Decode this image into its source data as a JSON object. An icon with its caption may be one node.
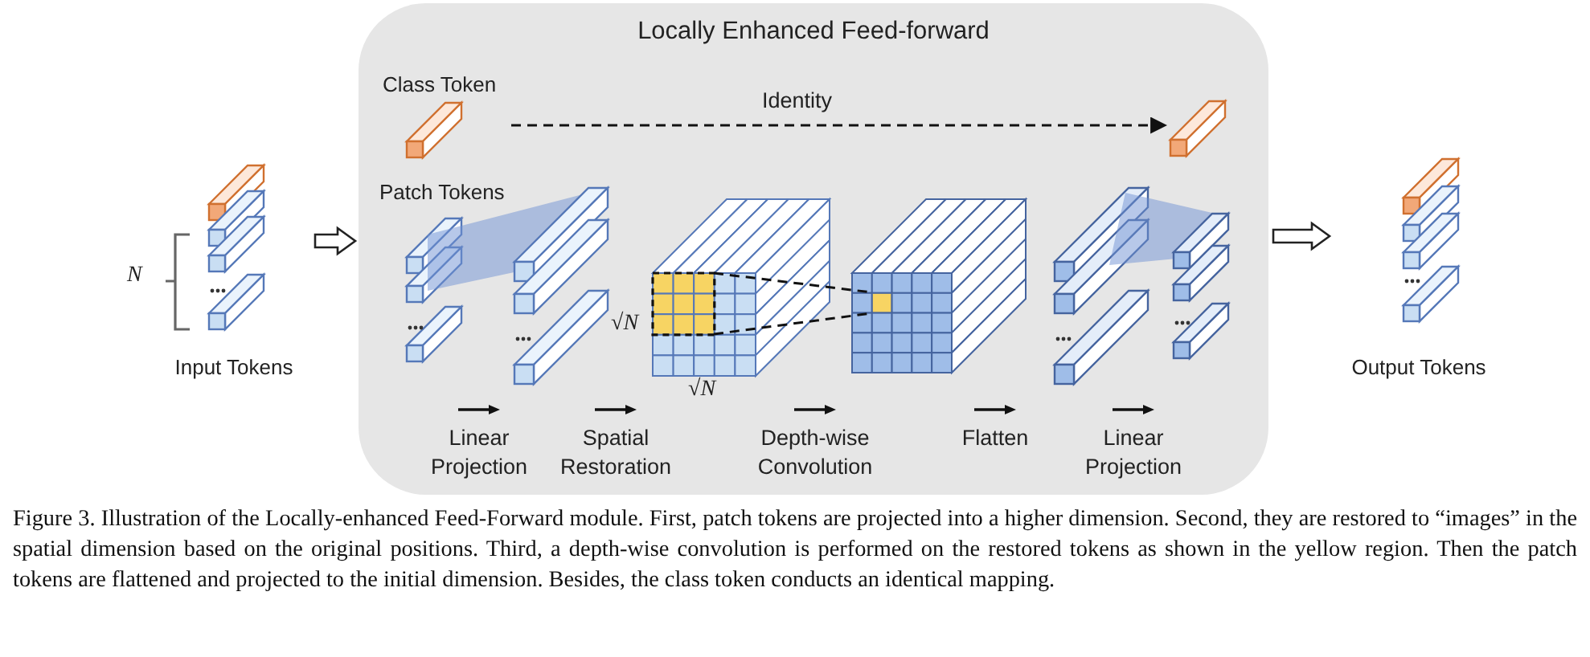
{
  "diagram": {
    "caption": "Figure 3. Illustration of the Locally-enhanced Feed-Forward module. First, patch tokens are projected into a higher dimension. Second, they are restored to “images” in the spatial dimension based on the original positions. Third, a depth-wise convolution is performed on the restored tokens as shown in the yellow region. Then the patch tokens are flattened and projected to the initial dimension. Besides, the class token conducts an identical mapping.",
    "nodes": [
      {
        "text": [
          "Locally Enhanced Feed-forward"
        ]
      },
      {
        "text": [
          "Input Tokens"
        ]
      },
      {
        "text": [
          "Class Token"
        ],
        "in": 0
      },
      {
        "text": [],
        "shape": "bar",
        "in": 0
      },
      {
        "text": [
          "Patch Tokens"
        ],
        "in": 0
      },
      {
        "text": [],
        "shape": "bar",
        "in": 0
      },
      {
        "text": [],
        "shape": "cube",
        "in": 0,
        "beside": [
          "√*N*",
          "√*N*"
        ]
      },
      {
        "text": [],
        "shape": "cube",
        "in": 0
      },
      {
        "text": [],
        "shape": "bar",
        "in": 0
      },
      {
        "text": [],
        "shape": "bar",
        "in": 0
      },
      {
        "text": [
          "Output Tokens"
        ]
      }
    ],
    "edges": [
      {
        "from": 1,
        "to": 0,
        "arrow": "to"
      },
      {
        "from": 0,
        "to": 10,
        "arrow": "to"
      },
      {
        "from": 2,
        "to": 3,
        "arrow": "to",
        "label": "Identity",
        "style": "dashed"
      },
      {
        "from": 6,
        "to": 7,
        "arrow": "none",
        "style": "dashed"
      },
      {
        "from": 6,
        "to": 7,
        "arrow": "none",
        "style": "dashed"
      }
    ],
    "labels": [
      "N",
      "Linear Projection",
      "Spatial Restoration",
      "Depth-wise Convolution",
      "Flatten",
      "Linear Projection"
    ]
  }
}
